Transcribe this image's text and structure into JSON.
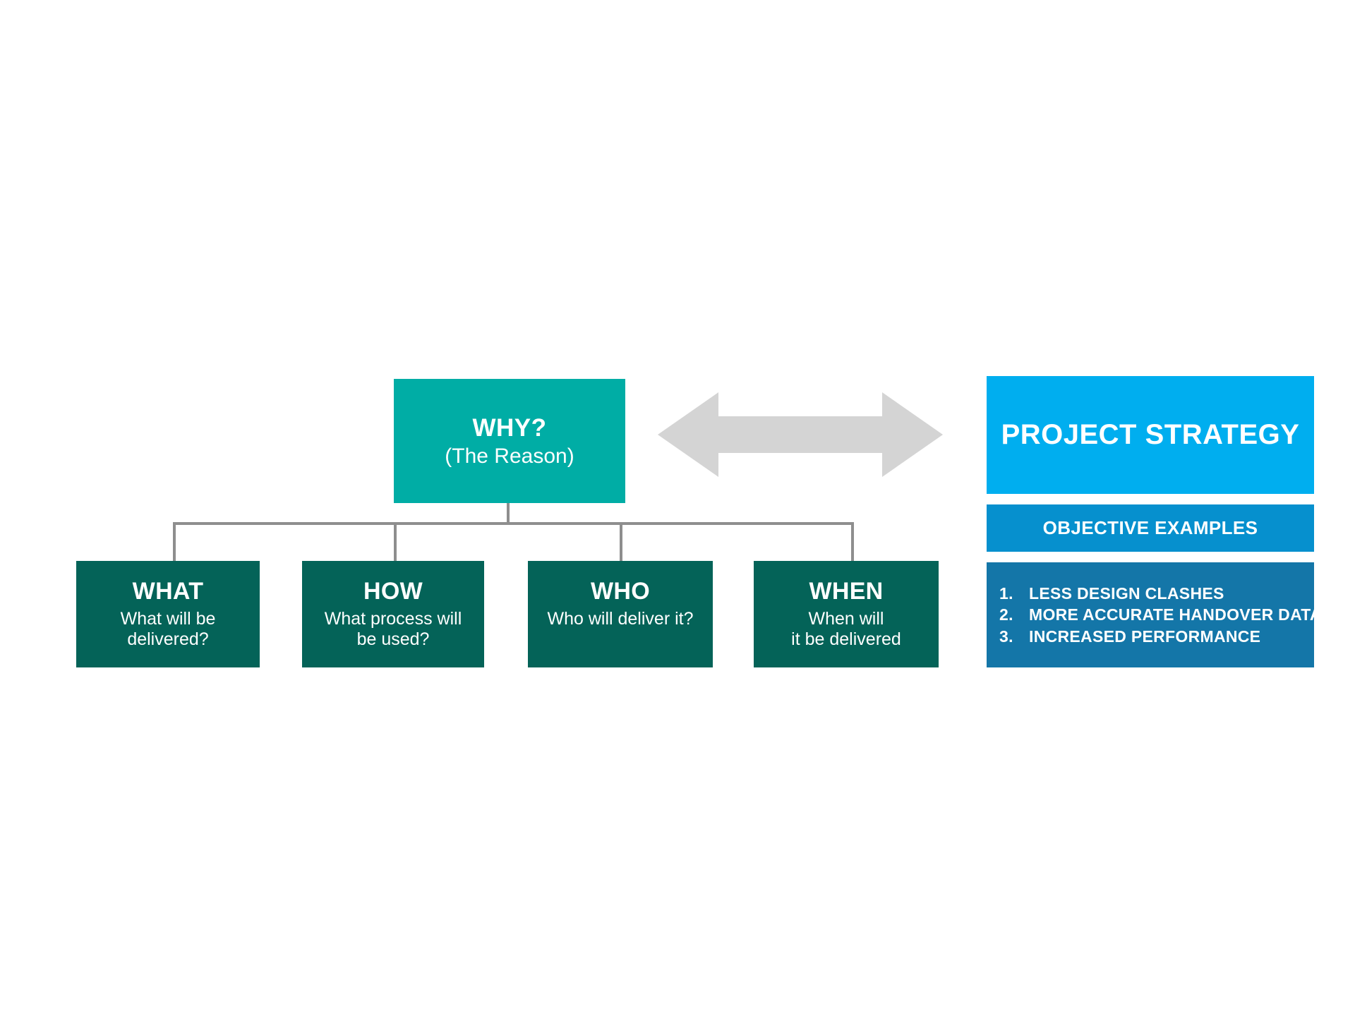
{
  "diagram": {
    "title_concept": "Project Strategy – Why/What/How/Who/When",
    "colors": {
      "teal": "#00ADA5",
      "dark_green": "#046358",
      "bright_blue": "#00AEEF",
      "mid_blue": "#0690CE",
      "dark_blue": "#1476A8",
      "connector_grey": "#8e8e8e",
      "arrow_grey": "#d4d4d4",
      "background": "#ffffff"
    },
    "root": {
      "title": "WHY?",
      "subtitle": "(The Reason)"
    },
    "children": [
      {
        "title": "WHAT",
        "subtitle": "What will be delivered?"
      },
      {
        "title": "HOW",
        "subtitle": "What process will\nbe used?"
      },
      {
        "title": "WHO",
        "subtitle": "Who will deliver it?"
      },
      {
        "title": "WHEN",
        "subtitle": "When will\nit be delivered"
      }
    ],
    "arrow": {
      "name": "double-headed-arrow",
      "direction": "bidirectional"
    },
    "strategy_panel": {
      "heading": "PROJECT STRATEGY",
      "objectives_heading": "OBJECTIVE EXAMPLES",
      "objectives": [
        {
          "number": "1.",
          "text": "LESS DESIGN CLASHES"
        },
        {
          "number": "2.",
          "text": "MORE ACCURATE HANDOVER DATA"
        },
        {
          "number": "3.",
          "text": "INCREASED PERFORMANCE"
        }
      ]
    }
  }
}
